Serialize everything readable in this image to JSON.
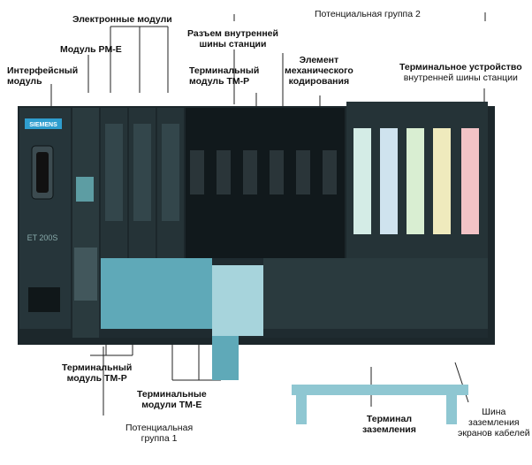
{
  "labels": {
    "electronic_modules": "Электронные модули",
    "potential_group_2": "Потенциальная группа 2",
    "station_bus_connector": [
      "Разъем внутренней",
      "шины станции"
    ],
    "module_pm_e": "Модуль PM-E",
    "interface_module": [
      "Интерфейсный",
      "модуль"
    ],
    "terminal_module_top": [
      "Терминальный",
      "модуль TM-P"
    ],
    "mech_coding": [
      "Элемент",
      "механического",
      "кодирования"
    ],
    "terminal_device": [
      "Терминальное устройство",
      "внутренней шины станции"
    ],
    "terminal_module_bottom": [
      "Терминальный",
      "модуль TM-P"
    ],
    "terminal_modules_tme": [
      "Терминальные",
      "модули TM-E"
    ],
    "potential_group_1": [
      "Потенциальная",
      "группа 1"
    ],
    "ground_terminal": [
      "Терминал",
      "заземления"
    ],
    "shield_bus": [
      "Шина",
      "заземления",
      "экранов кабелей"
    ]
  },
  "device": {
    "brand": "SIEMENS",
    "model": "ET 200S"
  },
  "colors": {
    "housing": "#1f2b30",
    "housing_dark": "#11191c",
    "terminal_blue": "#5fa9b8",
    "terminal_light": "#a7d4dc",
    "strip_light": "#d4ece6",
    "strip_blue": "#cfe3ee",
    "strip_green": "#d9eed2",
    "strip_yellow": "#efeabd",
    "strip_pink": "#f2c3c6",
    "rail": "#8fc7d2"
  }
}
